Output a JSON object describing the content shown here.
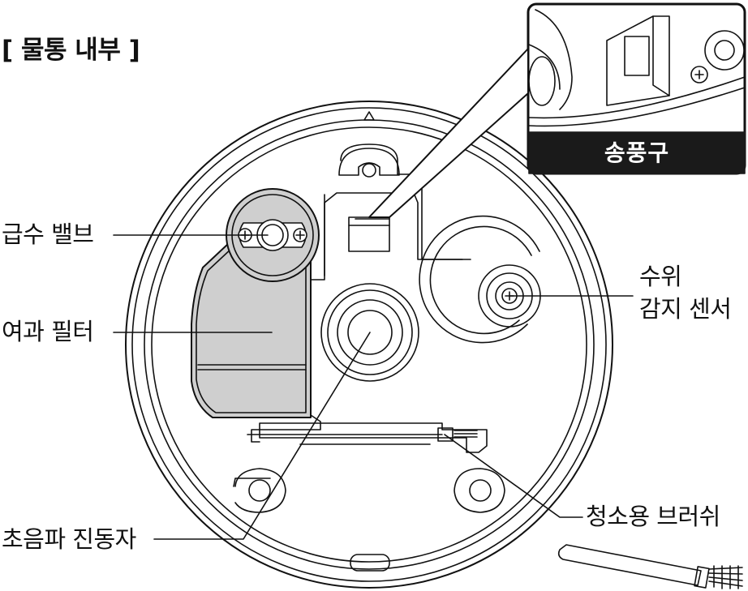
{
  "title": "[ 물통 내부 ]",
  "inset": {
    "caption": "송풍구"
  },
  "labels": {
    "supply_valve": "급수 밸브",
    "filter": "여과 필터",
    "water_level_sensor_line1": "수위",
    "water_level_sensor_line2": "감지 센서",
    "ultrasonic_vibrator": "초음파 진동자",
    "cleaning_brush": "청소용 브러쉬"
  },
  "colors": {
    "line": "#111111",
    "filter_fill": "#cfcfcf",
    "inset_bar": "#1a1a1a",
    "background": "#ffffff"
  }
}
